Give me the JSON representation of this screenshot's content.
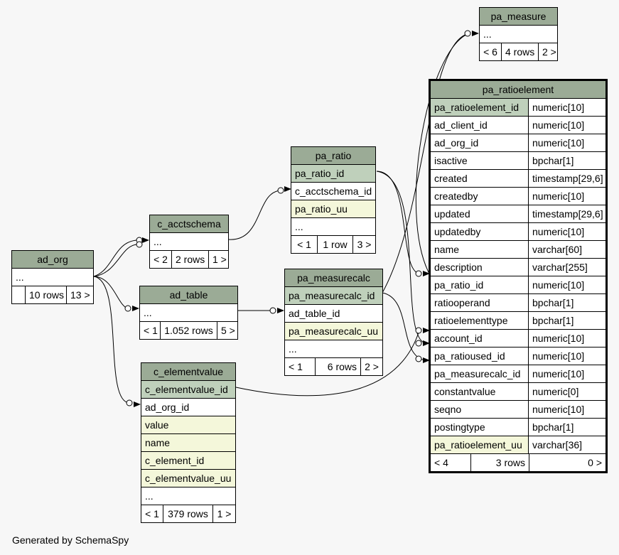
{
  "footer": "Generated by SchemaSpy",
  "tables": {
    "pa_measure": {
      "name": "pa_measure",
      "rows": [
        "..."
      ],
      "foot": [
        "< 6",
        "4 rows",
        "2 >"
      ]
    },
    "pa_ratioelement": {
      "name": "pa_ratioelement",
      "columns": [
        {
          "name": "pa_ratioelement_id",
          "type": "numeric[10]"
        },
        {
          "name": "ad_client_id",
          "type": "numeric[10]"
        },
        {
          "name": "ad_org_id",
          "type": "numeric[10]"
        },
        {
          "name": "isactive",
          "type": "bpchar[1]"
        },
        {
          "name": "created",
          "type": "timestamp[29,6]"
        },
        {
          "name": "createdby",
          "type": "numeric[10]"
        },
        {
          "name": "updated",
          "type": "timestamp[29,6]"
        },
        {
          "name": "updatedby",
          "type": "numeric[10]"
        },
        {
          "name": "name",
          "type": "varchar[60]"
        },
        {
          "name": "description",
          "type": "varchar[255]"
        },
        {
          "name": "pa_ratio_id",
          "type": "numeric[10]"
        },
        {
          "name": "ratiooperand",
          "type": "bpchar[1]"
        },
        {
          "name": "ratioelementtype",
          "type": "bpchar[1]"
        },
        {
          "name": "account_id",
          "type": "numeric[10]"
        },
        {
          "name": "pa_ratioused_id",
          "type": "numeric[10]"
        },
        {
          "name": "pa_measurecalc_id",
          "type": "numeric[10]"
        },
        {
          "name": "constantvalue",
          "type": "numeric[0]"
        },
        {
          "name": "seqno",
          "type": "numeric[10]"
        },
        {
          "name": "postingtype",
          "type": "bpchar[1]"
        },
        {
          "name": "pa_ratioelement_uu",
          "type": "varchar[36]"
        }
      ],
      "foot": [
        "< 4",
        "3 rows",
        "0 >"
      ]
    },
    "pa_ratio": {
      "name": "pa_ratio",
      "rows": [
        "pa_ratio_id",
        "c_acctschema_id",
        "pa_ratio_uu",
        "..."
      ],
      "foot": [
        "< 1",
        "1 row",
        "3 >"
      ]
    },
    "c_acctschema": {
      "name": "c_acctschema",
      "rows": [
        "..."
      ],
      "foot": [
        "< 2",
        "2 rows",
        "1 >"
      ]
    },
    "ad_org": {
      "name": "ad_org",
      "rows": [
        "..."
      ],
      "foot": [
        "",
        "10 rows",
        "13 >"
      ]
    },
    "ad_table": {
      "name": "ad_table",
      "rows": [
        "..."
      ],
      "foot": [
        "< 1",
        "1.052 rows",
        "5 >"
      ]
    },
    "pa_measurecalc": {
      "name": "pa_measurecalc",
      "rows": [
        "pa_measurecalc_id",
        "ad_table_id",
        "pa_measurecalc_uu",
        "..."
      ],
      "foot": [
        "< 1",
        "6 rows",
        "2 >"
      ]
    },
    "c_elementvalue": {
      "name": "c_elementvalue",
      "rows": [
        "c_elementvalue_id",
        "ad_org_id",
        "value",
        "name",
        "c_element_id",
        "c_elementvalue_uu",
        "..."
      ],
      "foot": [
        "< 1",
        "379 rows",
        "1 >"
      ]
    }
  }
}
